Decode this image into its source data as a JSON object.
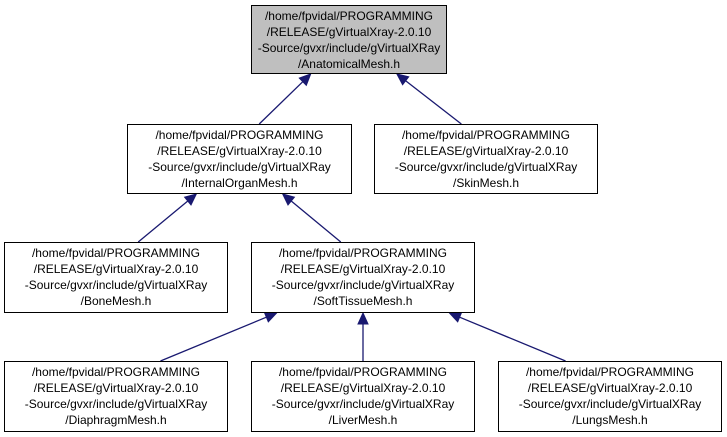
{
  "diagram": {
    "nodes": [
      {
        "id": "anatomical",
        "name": "node-anatomical-mesh",
        "lines": [
          "/home/fpvidal/PROGRAMMING",
          "/RELEASE/gVirtualXray-2.0.10",
          "-Source/gvxr/include/gVirtualXRay",
          "/AnatomicalMesh.h"
        ],
        "highlighted": true
      },
      {
        "id": "internal",
        "name": "node-internal-organ-mesh",
        "lines": [
          "/home/fpvidal/PROGRAMMING",
          "/RELEASE/gVirtualXray-2.0.10",
          "-Source/gvxr/include/gVirtualXRay",
          "/InternalOrganMesh.h"
        ]
      },
      {
        "id": "skin",
        "name": "node-skin-mesh",
        "lines": [
          "/home/fpvidal/PROGRAMMING",
          "/RELEASE/gVirtualXray-2.0.10",
          "-Source/gvxr/include/gVirtualXRay",
          "/SkinMesh.h"
        ]
      },
      {
        "id": "bone",
        "name": "node-bone-mesh",
        "lines": [
          "/home/fpvidal/PROGRAMMING",
          "/RELEASE/gVirtualXray-2.0.10",
          "-Source/gvxr/include/gVirtualXRay",
          "/BoneMesh.h"
        ]
      },
      {
        "id": "soft",
        "name": "node-soft-tissue-mesh",
        "lines": [
          "/home/fpvidal/PROGRAMMING",
          "/RELEASE/gVirtualXray-2.0.10",
          "-Source/gvxr/include/gVirtualXRay",
          "/SoftTissueMesh.h"
        ]
      },
      {
        "id": "diaphragm",
        "name": "node-diaphragm-mesh",
        "lines": [
          "/home/fpvidal/PROGRAMMING",
          "/RELEASE/gVirtualXray-2.0.10",
          "-Source/gvxr/include/gVirtualXRay",
          "/DiaphragmMesh.h"
        ]
      },
      {
        "id": "liver",
        "name": "node-liver-mesh",
        "lines": [
          "/home/fpvidal/PROGRAMMING",
          "/RELEASE/gVirtualXray-2.0.10",
          "-Source/gvxr/include/gVirtualXRay",
          "/LiverMesh.h"
        ]
      },
      {
        "id": "lungs",
        "name": "node-lungs-mesh",
        "lines": [
          "/home/fpvidal/PROGRAMMING",
          "/RELEASE/gVirtualXray-2.0.10",
          "-Source/gvxr/include/gVirtualXRay",
          "/LungsMesh.h"
        ]
      }
    ],
    "edges": [
      {
        "from": "internal",
        "to": "anatomical"
      },
      {
        "from": "skin",
        "to": "anatomical"
      },
      {
        "from": "bone",
        "to": "internal"
      },
      {
        "from": "soft",
        "to": "internal"
      },
      {
        "from": "diaphragm",
        "to": "soft"
      },
      {
        "from": "liver",
        "to": "soft"
      },
      {
        "from": "lungs",
        "to": "soft"
      }
    ],
    "colors": {
      "edge": "#191970",
      "arrowhead": "#191970",
      "node_border": "#000000",
      "node_fill": "#ffffff",
      "highlight_fill": "#bfbfbf"
    }
  }
}
